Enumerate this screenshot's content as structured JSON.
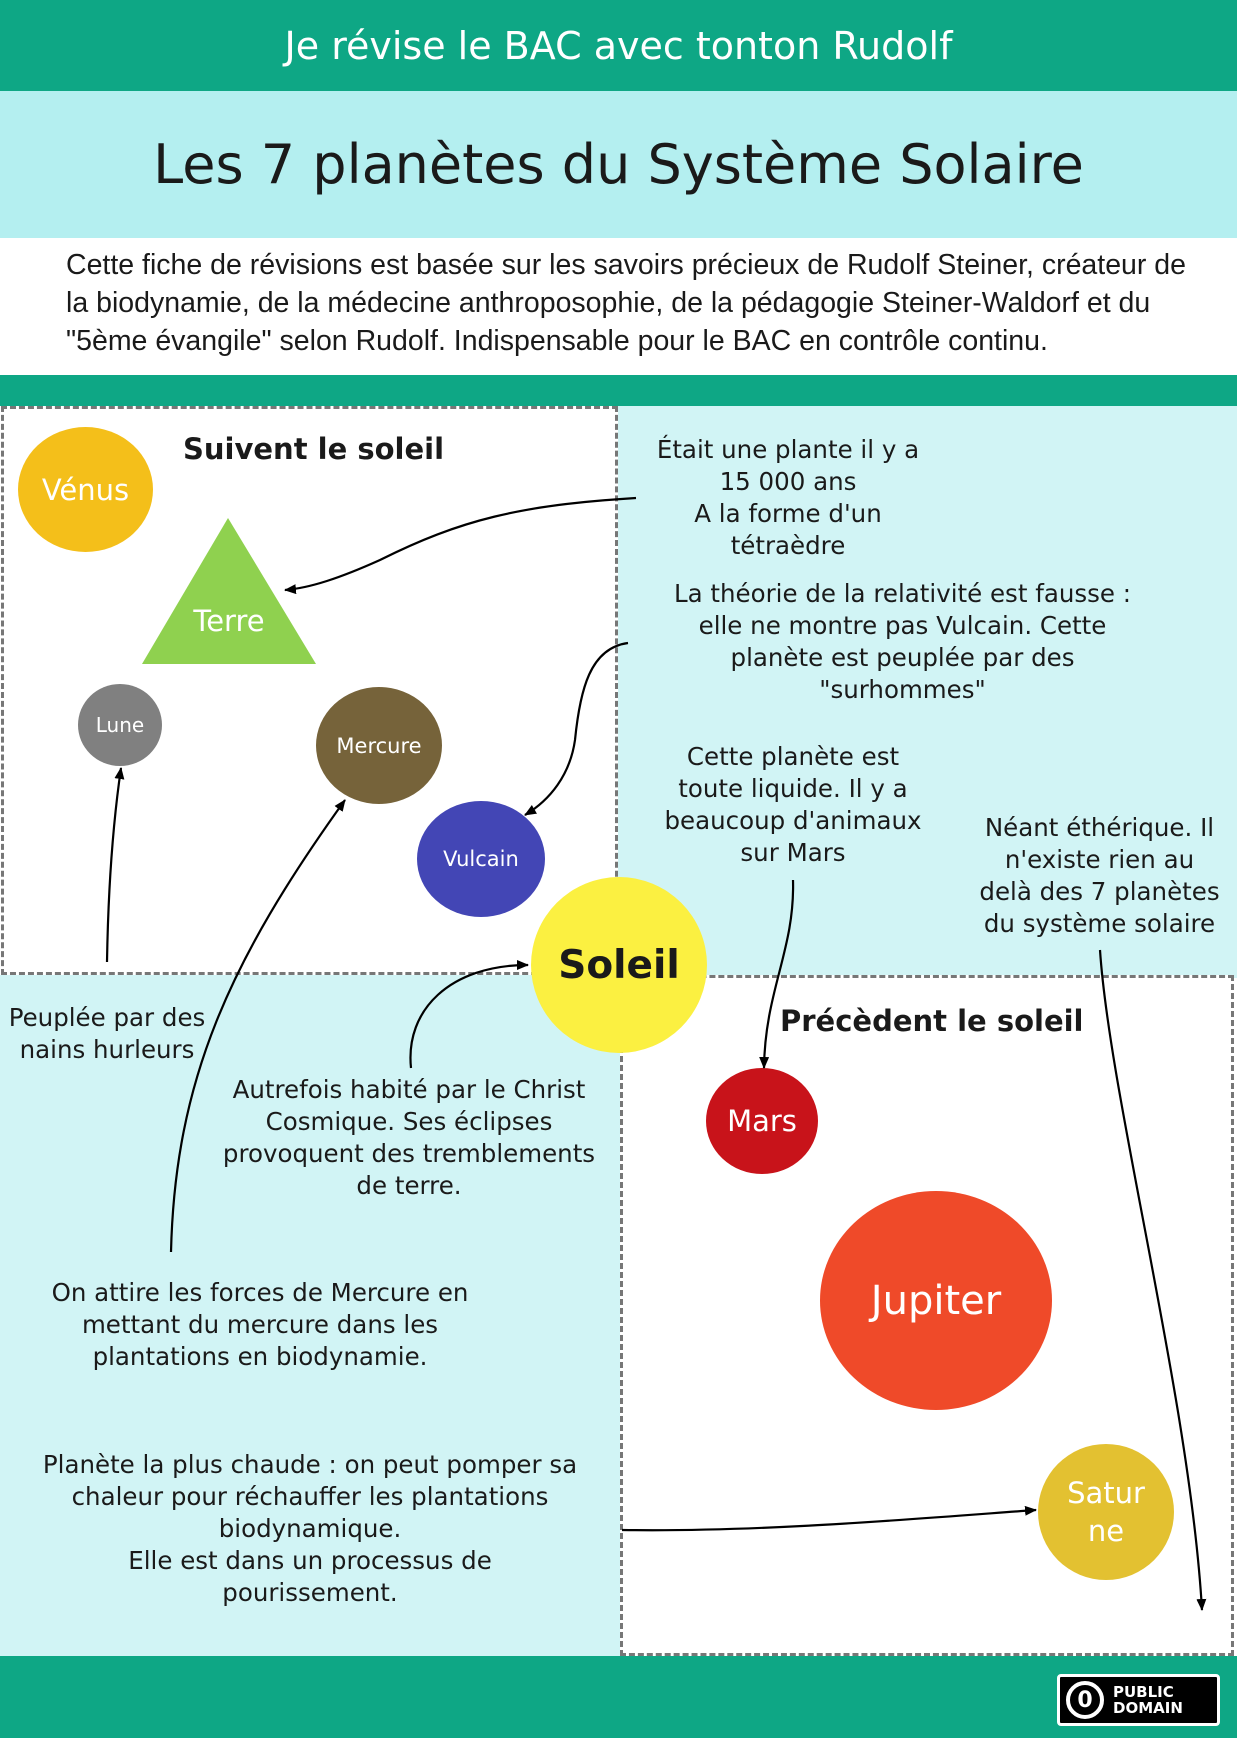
{
  "header": {
    "banner": "Je révise le BAC avec tonton Rudolf",
    "title": "Les 7 planètes du Système Solaire"
  },
  "intro": "Cette fiche de révisions est basée sur les savoirs précieux de Rudolf Steiner, créateur de la biodynamie, de la médecine anthroposophie, de la pédagogie Steiner-Waldorf et du \"5ème évangile\" selon Rudolf. Indispensable pour le BAC en contrôle continu.",
  "groups": {
    "follow": "Suivent le soleil",
    "precede": "Précèdent le soleil"
  },
  "planets": {
    "venus": "Vénus",
    "terre": "Terre",
    "lune": "Lune",
    "mercure": "Mercure",
    "vulcain": "Vulcain",
    "soleil": "Soleil",
    "mars": "Mars",
    "jupiter": "Jupiter",
    "saturne_1": "Satur",
    "saturne_2": "ne"
  },
  "colors": {
    "teal": "#0ea785",
    "title_band": "#b4eff0",
    "cyan_bg": "#d1f4f5",
    "venus": "#f4bf1a",
    "terre": "#8fd14f",
    "lune": "#808080",
    "mercure": "#76633a",
    "vulcain": "#4346b5",
    "soleil": "#fbf041",
    "mars": "#c8131a",
    "jupiter": "#ef4a29",
    "saturne": "#e3c131"
  },
  "notes": {
    "terre": [
      "Était une plante il y a",
      "15 000 ans",
      "A la forme d'un",
      "tétraèdre"
    ],
    "vulcain": [
      "La théorie de la relativité est fausse :",
      "elle ne montre pas Vulcain. Cette",
      "planète est peuplée par des",
      "\"surhommes\""
    ],
    "mars": [
      "Cette planète est",
      "toute liquide. Il y a",
      "beaucoup d'animaux",
      "sur Mars"
    ],
    "neant": [
      "Néant éthérique. Il",
      "n'existe rien au",
      "delà des 7 planètes",
      "du système solaire"
    ],
    "lune": [
      "Peuplée par des",
      "nains hurleurs"
    ],
    "soleil": [
      "Autrefois habité par le Christ",
      "Cosmique. Ses éclipses",
      "provoquent des tremblements",
      "de terre."
    ],
    "mercure": [
      "On attire les forces de Mercure en",
      "mettant du mercure dans les",
      "plantations en biodynamie."
    ],
    "saturne": [
      "Planète la plus chaude : on peut pomper sa",
      "chaleur pour réchauffer les plantations",
      "biodynamique.",
      "Elle est dans un processus de",
      "pourissement."
    ]
  },
  "license": {
    "symbol": "0",
    "line1": "PUBLIC",
    "line2": "DOMAIN"
  }
}
